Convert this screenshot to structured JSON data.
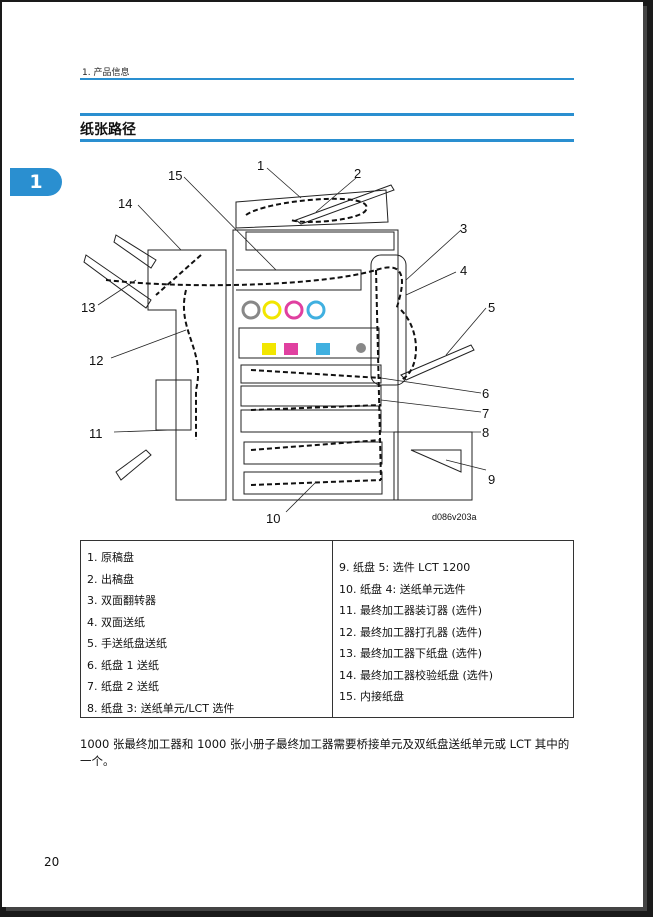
{
  "header": {
    "chapter_title": "1. 产品信息"
  },
  "chapter_tab": "1",
  "section": {
    "title": "纸张路径"
  },
  "diagram": {
    "callouts": [
      "1",
      "2",
      "3",
      "4",
      "5",
      "6",
      "7",
      "8",
      "9",
      "10",
      "11",
      "12",
      "13",
      "14",
      "15"
    ],
    "figure_code": "d086v203a"
  },
  "legend": {
    "left": [
      "1. 原稿盘",
      "2. 出稿盘",
      "3. 双面翻转器",
      "4. 双面送纸",
      "5. 手送纸盘送纸",
      "6. 纸盘 1 送纸",
      "7. 纸盘 2 送纸",
      "8. 纸盘 3: 送纸单元/LCT 选件"
    ],
    "right": [
      "9. 纸盘 5: 选件 LCT 1200",
      "10. 纸盘 4: 送纸单元选件",
      "11. 最终加工器装订器 (选件)",
      "12. 最终加工器打孔器 (选件)",
      "13. 最终加工器下纸盘 (选件)",
      "14. 最终加工器校验纸盘 (选件)",
      "15. 内接纸盘"
    ]
  },
  "note": "1000 张最终加工器和 1000 张小册子最终加工器需要桥接单元及双纸盘送纸单元或 LCT 其中的一个。",
  "page_number": "20",
  "colors": {
    "accent": "#2a8fd0",
    "yellow": "#f2e600",
    "magenta": "#e040a0",
    "cyan": "#40b0e0",
    "black": "#888888"
  }
}
